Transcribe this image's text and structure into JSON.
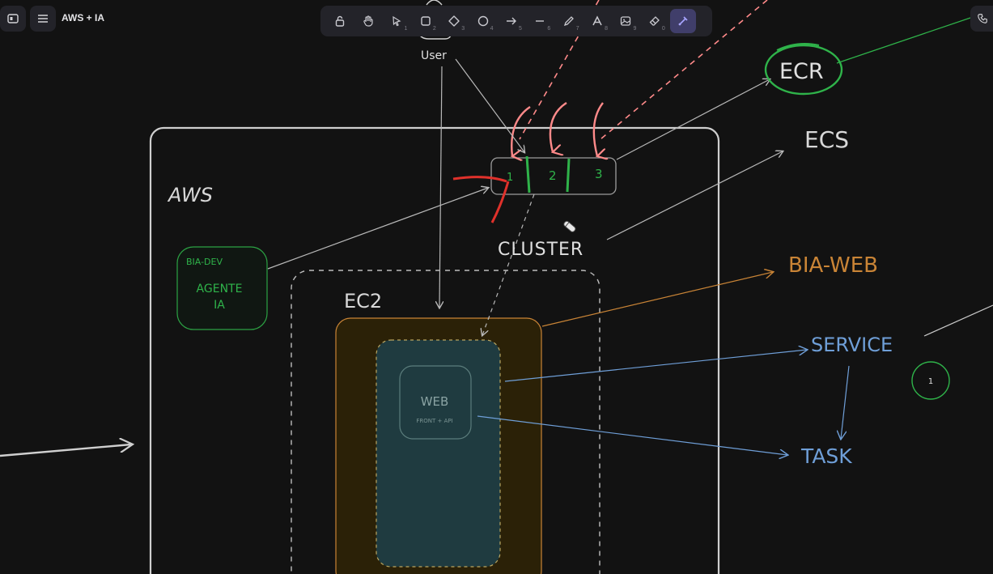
{
  "app": {
    "document_title": "AWS + IA"
  },
  "toolbar": {
    "tools": [
      {
        "name": "lock",
        "key": ""
      },
      {
        "name": "hand",
        "key": ""
      },
      {
        "name": "selection",
        "key": "1"
      },
      {
        "name": "rectangle",
        "key": "2"
      },
      {
        "name": "diamond",
        "key": "3"
      },
      {
        "name": "ellipse",
        "key": "4"
      },
      {
        "name": "arrow",
        "key": "5"
      },
      {
        "name": "line",
        "key": "6"
      },
      {
        "name": "draw",
        "key": "7"
      },
      {
        "name": "text",
        "key": "8"
      },
      {
        "name": "image",
        "key": "9"
      },
      {
        "name": "eraser",
        "key": "0"
      },
      {
        "name": "laser",
        "key": ""
      }
    ],
    "active_tool": "laser"
  },
  "canvas": {
    "user_label": "User",
    "aws_label": "AWS",
    "cluster_label": "CLUSTER",
    "ec2_label": "EC2",
    "agent_tag": "BIA-DEV",
    "agent_title": "AGENTE",
    "agent_subtitle": "IA",
    "web_title": "WEB",
    "web_subtitle": "FRONT + API",
    "slots": [
      "1",
      "2",
      "3"
    ],
    "ecr_label": "ECR",
    "ecs_label": "ECS",
    "bia_web_label": "BIA-WEB",
    "service_label": "SERVICE",
    "task_label": "TASK",
    "badge_value": "1"
  },
  "colors": {
    "background": "#121212",
    "stroke_light": "#d0d0d0",
    "green": "#2fb34a",
    "orange": "#c98436",
    "blue": "#6f9fd8",
    "red": "#e0312b",
    "pink": "#ff8a8a",
    "ec2_fill": "#2b2107",
    "web_fill": "#1f3b40",
    "accent": "#a8a5ff"
  }
}
